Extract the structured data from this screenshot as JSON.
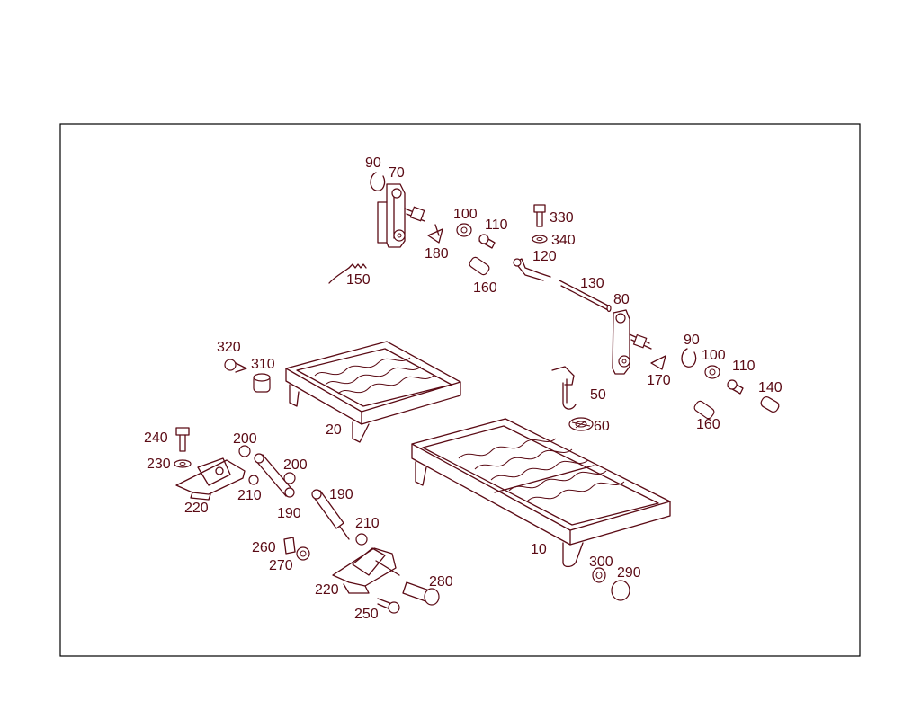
{
  "diagram": {
    "line_color": "#5a0a14",
    "part_numbers": {
      "p90a": "90",
      "p70": "70",
      "p100a": "100",
      "p110a": "110",
      "p330": "330",
      "p340": "340",
      "p180": "180",
      "p120": "120",
      "p150": "150",
      "p160a": "160",
      "p130": "130",
      "p80": "80",
      "p90b": "90",
      "p100b": "100",
      "p110b": "110",
      "p170": "170",
      "p140": "140",
      "p160b": "160",
      "p320": "320",
      "p310": "310",
      "p20": "20",
      "p50": "50",
      "p60": "60",
      "p240": "240",
      "p200a": "200",
      "p230": "230",
      "p200b": "200",
      "p210a": "210",
      "p220a": "220",
      "p190a": "190",
      "p190b": "190",
      "p210b": "210",
      "p260": "260",
      "p270": "270",
      "p220b": "220",
      "p280": "280",
      "p250": "250",
      "p10": "10",
      "p300": "300",
      "p290": "290"
    }
  }
}
